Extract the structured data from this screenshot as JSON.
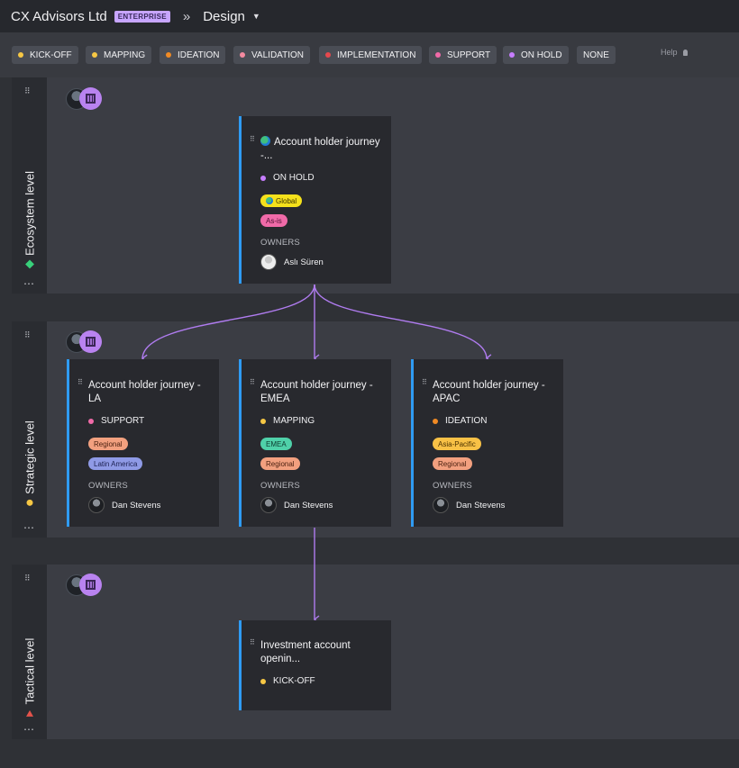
{
  "header": {
    "org_name": "CX Advisors Ltd",
    "plan_badge": "ENTERPRISE",
    "breadcrumb_sep": "»",
    "breadcrumb": "Design",
    "caret": "▼"
  },
  "filters": [
    {
      "label": "KICK-OFF",
      "color": "#f6c744"
    },
    {
      "label": "MAPPING",
      "color": "#f6c744"
    },
    {
      "label": "IDEATION",
      "color": "#f08a24"
    },
    {
      "label": "VALIDATION",
      "color": "#f48aa0"
    },
    {
      "label": "IMPLEMENTATION",
      "color": "#e5484d"
    },
    {
      "label": "SUPPORT",
      "color": "#f06aa8"
    },
    {
      "label": "ON HOLD",
      "color": "#c77dff"
    },
    {
      "label": "NONE",
      "color": ""
    }
  ],
  "help": {
    "label": "Help"
  },
  "lanes": [
    {
      "label": "Ecosystem level",
      "marker": "diamond",
      "marker_color": "#38d07a"
    },
    {
      "label": "Strategic level",
      "marker": "dot",
      "marker_color": "#f6c744"
    },
    {
      "label": "Tactical level",
      "marker": "triangle",
      "marker_color": "#e5534b"
    }
  ],
  "cards": [
    {
      "title": "Account holder journey -...",
      "icon": "globe-icon",
      "status": "ON HOLD",
      "status_color": "#c77dff",
      "tags": [
        {
          "label": "Global",
          "bg": "#f5e11b",
          "fg": "#3a3200",
          "icon": "globe-icon"
        },
        {
          "label": "As-is",
          "bg": "#f06aa8",
          "fg": "#4a1030"
        }
      ],
      "owners_label": "OWNERS",
      "owner": "Aslı Süren"
    },
    {
      "title": "Account holder journey - LA",
      "status": "SUPPORT",
      "status_color": "#f06aa8",
      "tags": [
        {
          "label": "Regional",
          "bg": "#f2a07f",
          "fg": "#4a2010"
        },
        {
          "label": "Latin America",
          "bg": "#8f9ae6",
          "fg": "#1c2050"
        }
      ],
      "owners_label": "OWNERS",
      "owner": "Dan Stevens"
    },
    {
      "title": "Account holder journey - EMEA",
      "status": "MAPPING",
      "status_color": "#f6c744",
      "tags": [
        {
          "label": "EMEA",
          "bg": "#4fd1a9",
          "fg": "#0c3a2e"
        },
        {
          "label": "Regional",
          "bg": "#f2a07f",
          "fg": "#4a2010"
        }
      ],
      "owners_label": "OWNERS",
      "owner": "Dan Stevens"
    },
    {
      "title": "Account holder journey - APAC",
      "status": "IDEATION",
      "status_color": "#f08a24",
      "tags": [
        {
          "label": "Asia-Pacific",
          "bg": "#f8c146",
          "fg": "#4a3100"
        },
        {
          "label": "Regional",
          "bg": "#f2a07f",
          "fg": "#4a2010"
        }
      ],
      "owners_label": "OWNERS",
      "owner": "Dan Stevens"
    },
    {
      "title": "Investment account openin...",
      "status": "KICK-OFF",
      "status_color": "#f6c744"
    }
  ],
  "accent": {
    "card_border": "#2f9bf3",
    "link": "#b07cf0"
  }
}
